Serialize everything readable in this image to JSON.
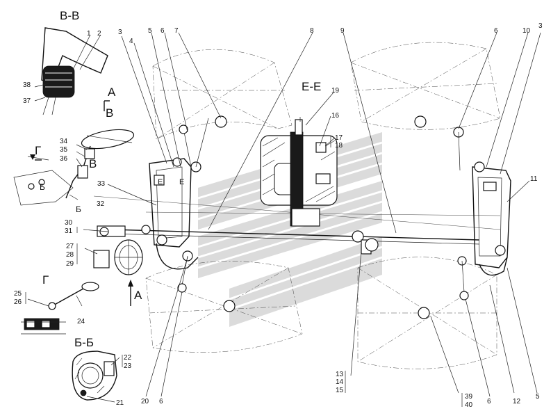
{
  "sections": {
    "vv": "В-В",
    "ee": "Е-Е",
    "bb": "Б-Б",
    "a_top": "А",
    "a_bottom": "А",
    "g_view": "Г",
    "g_mark": "Г",
    "b_mark_top": "В",
    "b_mark_mid": "В",
    "b_mark_1": "Б",
    "b_mark_2": "Б",
    "e_mark_1": "Е",
    "e_mark_2": "Е"
  },
  "callouts": {
    "n1": "1",
    "n2": "2",
    "n3a": "3",
    "n3b": "3",
    "n4": "4",
    "n5a": "5",
    "n5b": "5",
    "n6a": "6",
    "n6b": "6",
    "n6c": "6",
    "n6d": "6",
    "n7": "7",
    "n8": "8",
    "n9": "9",
    "n10": "10",
    "n11": "11",
    "n12": "12",
    "n13": "13",
    "n14": "14",
    "n15": "15",
    "n16": "16",
    "n17": "17",
    "n18": "18",
    "n19": "19",
    "n20": "20",
    "n21": "21",
    "n22": "22",
    "n23": "23",
    "n24": "24",
    "n25": "25",
    "n26": "26",
    "n27": "27",
    "n28": "28",
    "n29": "29",
    "n30": "30",
    "n31": "31",
    "n32": "32",
    "n33": "33",
    "n34": "34",
    "n35": "35",
    "n36": "36",
    "n37": "37",
    "n38": "38",
    "n39": "39",
    "n40": "40"
  }
}
